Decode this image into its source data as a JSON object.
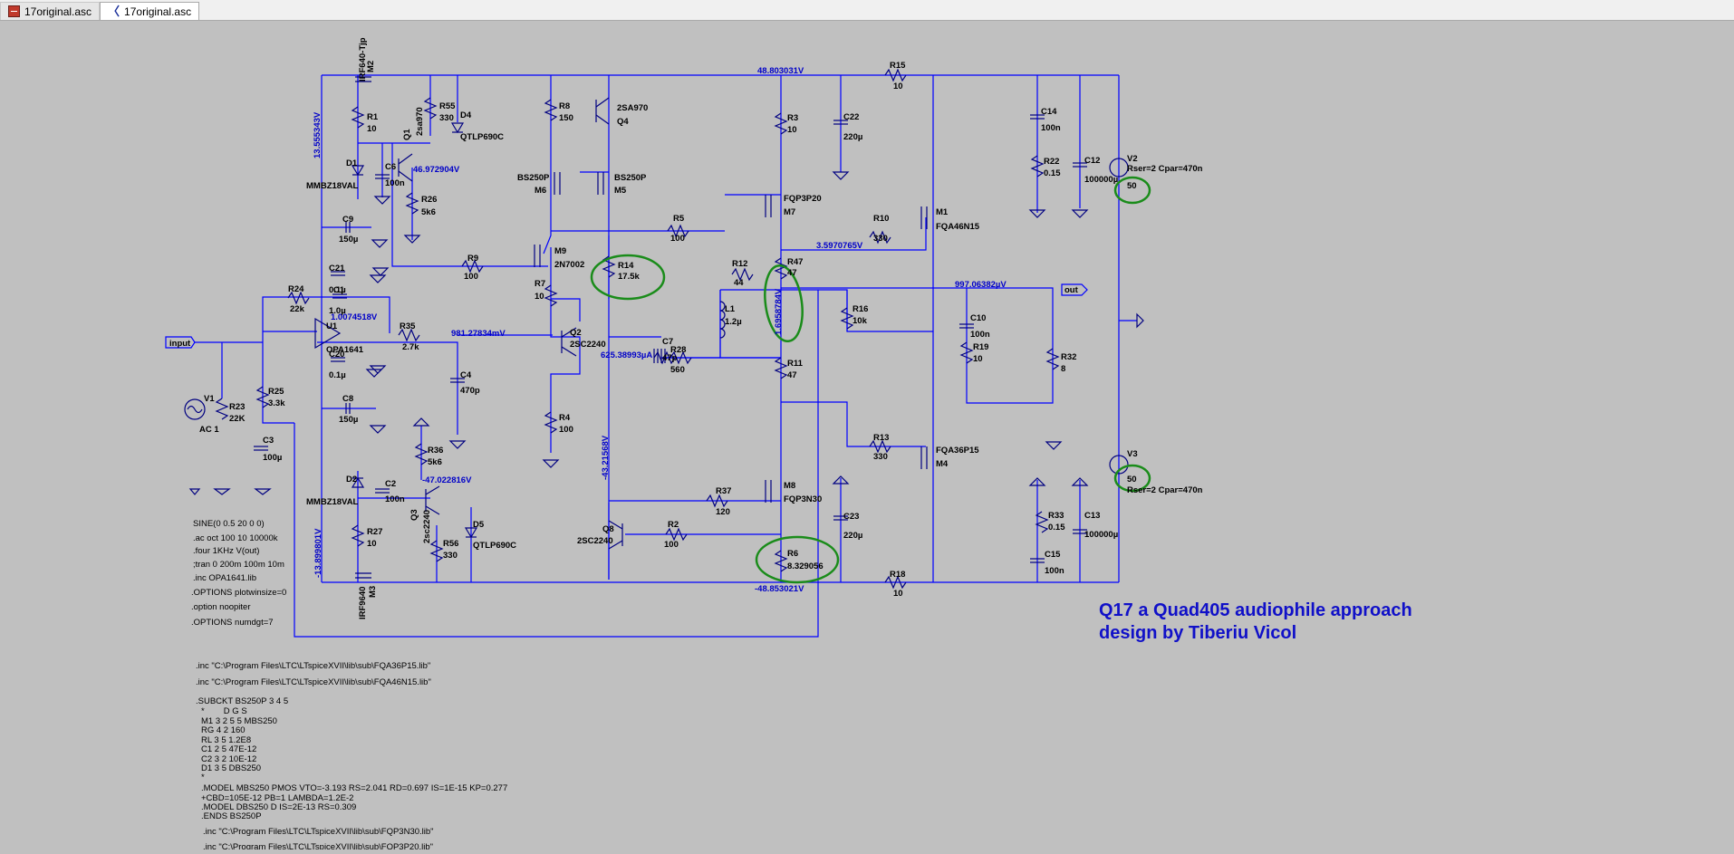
{
  "tabs": [
    {
      "label": "17original.asc",
      "icon": "schematic-icon"
    },
    {
      "label": "17original.asc",
      "icon": "waveform-icon"
    }
  ],
  "components": [
    {
      "id": "M2",
      "ref": "M2",
      "value": "IRF640-Tjp"
    },
    {
      "id": "R1",
      "ref": "R1",
      "value": "10"
    },
    {
      "id": "R55",
      "ref": "R55",
      "value": "330"
    },
    {
      "id": "Q1",
      "ref": "Q1",
      "value": "2sa970"
    },
    {
      "id": "D4",
      "ref": "D4",
      "value": "QTLP690C"
    },
    {
      "id": "D1",
      "ref": "D1",
      "value": "MMBZ18VAL"
    },
    {
      "id": "C6",
      "ref": "C6",
      "value": "100n"
    },
    {
      "id": "R26",
      "ref": "R26",
      "value": "5k6"
    },
    {
      "id": "C9",
      "ref": "C9",
      "value": "150µ"
    },
    {
      "id": "R8",
      "ref": "R8",
      "value": "150"
    },
    {
      "id": "Q4",
      "ref": "Q4",
      "value": "2SA970"
    },
    {
      "id": "M6",
      "ref": "M6",
      "value": "BS250P"
    },
    {
      "id": "M5",
      "ref": "M5",
      "value": "BS250P"
    },
    {
      "id": "R3",
      "ref": "R3",
      "value": "10"
    },
    {
      "id": "C22",
      "ref": "C22",
      "value": "220µ"
    },
    {
      "id": "R15",
      "ref": "R15",
      "value": "10"
    },
    {
      "id": "C14",
      "ref": "C14",
      "value": "100n"
    },
    {
      "id": "R22",
      "ref": "R22",
      "value": "0.15"
    },
    {
      "id": "C12",
      "ref": "C12",
      "value": "100000µ"
    },
    {
      "id": "V2",
      "ref": "V2",
      "value": "50",
      "extra": "Rser=2 Cpar=470n"
    },
    {
      "id": "M7",
      "ref": "M7",
      "value": "FQP3P20"
    },
    {
      "id": "R5",
      "ref": "R5",
      "value": "100"
    },
    {
      "id": "R10",
      "ref": "R10",
      "value": "330"
    },
    {
      "id": "M1",
      "ref": "M1",
      "value": "FQA46N15"
    },
    {
      "id": "M9",
      "ref": "M9",
      "value": "2N7002"
    },
    {
      "id": "R9",
      "ref": "R9",
      "value": "100"
    },
    {
      "id": "R14",
      "ref": "R14",
      "value": "17.5k"
    },
    {
      "id": "R47",
      "ref": "R47",
      "value": "47"
    },
    {
      "id": "R12",
      "ref": "R12",
      "value": "44"
    },
    {
      "id": "C21",
      "ref": "C21",
      "value": "0.1µ"
    },
    {
      "id": "C1",
      "ref": "C1",
      "value": "1.0µ"
    },
    {
      "id": "R24",
      "ref": "R24",
      "value": "22k"
    },
    {
      "id": "R7",
      "ref": "R7",
      "value": "10"
    },
    {
      "id": "L1",
      "ref": "L1",
      "value": "1.2µ"
    },
    {
      "id": "R16",
      "ref": "R16",
      "value": "10k"
    },
    {
      "id": "U1",
      "ref": "U1",
      "value": "OPA1641"
    },
    {
      "id": "R35",
      "ref": "R35",
      "value": "2.7k"
    },
    {
      "id": "Q2",
      "ref": "Q2",
      "value": "2SC2240"
    },
    {
      "id": "C10",
      "ref": "C10",
      "value": "100n"
    },
    {
      "id": "R19",
      "ref": "R19",
      "value": "10"
    },
    {
      "id": "R32",
      "ref": "R32",
      "value": "8"
    },
    {
      "id": "C20",
      "ref": "C20",
      "value": "0.1µ"
    },
    {
      "id": "C7",
      "ref": "C7",
      "value": "47p"
    },
    {
      "id": "R28",
      "ref": "R28",
      "value": "560"
    },
    {
      "id": "R11",
      "ref": "R11",
      "value": "47"
    },
    {
      "id": "C4",
      "ref": "C4",
      "value": "470p"
    },
    {
      "id": "V1",
      "ref": "V1",
      "value": "AC 1"
    },
    {
      "id": "R23",
      "ref": "R23",
      "value": "22K"
    },
    {
      "id": "R25",
      "ref": "R25",
      "value": "3.3k"
    },
    {
      "id": "C8",
      "ref": "C8",
      "value": "150µ"
    },
    {
      "id": "R4",
      "ref": "R4",
      "value": "100"
    },
    {
      "id": "C3",
      "ref": "C3",
      "value": "100µ"
    },
    {
      "id": "R13",
      "ref": "R13",
      "value": "330"
    },
    {
      "id": "M4",
      "ref": "M4",
      "value": "FQA36P15"
    },
    {
      "id": "R36",
      "ref": "R36",
      "value": "5k6"
    },
    {
      "id": "V3",
      "ref": "V3",
      "value": "50",
      "extra": "Rser=2 Cpar=470n"
    },
    {
      "id": "D2",
      "ref": "D2",
      "value": "MMBZ18VAL"
    },
    {
      "id": "C2",
      "ref": "C2",
      "value": "100n"
    },
    {
      "id": "M8",
      "ref": "M8",
      "value": "FQP3N30"
    },
    {
      "id": "R37",
      "ref": "R37",
      "value": "120"
    },
    {
      "id": "C23",
      "ref": "C23",
      "value": "220µ"
    },
    {
      "id": "Q3",
      "ref": "Q3",
      "value": "2sc2240"
    },
    {
      "id": "D5",
      "ref": "D5",
      "value": "QTLP690C"
    },
    {
      "id": "R33",
      "ref": "R33",
      "value": "0.15"
    },
    {
      "id": "C13",
      "ref": "C13",
      "value": "100000µ"
    },
    {
      "id": "R27",
      "ref": "R27",
      "value": "10"
    },
    {
      "id": "R56",
      "ref": "R56",
      "value": "330"
    },
    {
      "id": "Q8",
      "ref": "Q8",
      "value": "2SC2240"
    },
    {
      "id": "R2",
      "ref": "R2",
      "value": "100"
    },
    {
      "id": "R6",
      "ref": "R6",
      "value": "8.329056"
    },
    {
      "id": "C15",
      "ref": "C15",
      "value": "100n"
    },
    {
      "id": "R18",
      "ref": "R18",
      "value": "10"
    },
    {
      "id": "M3",
      "ref": "M3",
      "value": "IRF9640"
    }
  ],
  "node_voltages": [
    {
      "id": "v1",
      "text": "48.803031V"
    },
    {
      "id": "v2",
      "text": "13.555343V"
    },
    {
      "id": "v3",
      "text": "46.972904V"
    },
    {
      "id": "v4",
      "text": "3.5970765V"
    },
    {
      "id": "v5",
      "text": "997.06382µV"
    },
    {
      "id": "v6",
      "text": "1.0074518V"
    },
    {
      "id": "v7",
      "text": "981.27834mV"
    },
    {
      "id": "v8",
      "text": "625.38993µA"
    },
    {
      "id": "v9",
      "text": "1.6958784V"
    },
    {
      "id": "v10",
      "text": "-43.21568V"
    },
    {
      "id": "v11",
      "text": "-47.022816V"
    },
    {
      "id": "v12",
      "text": "-13.899801V"
    },
    {
      "id": "v13",
      "text": "-48.853021V"
    }
  ],
  "ports": {
    "input": "input",
    "output": "out"
  },
  "directives": [
    "SINE(0 0.5 20 0 0)",
    ".ac oct 100 10 10000k",
    ".four 1KHz V(out)",
    ";tran 0 200m 100m 10m",
    ".inc OPA1641.lib",
    ".OPTIONS plotwinsize=0",
    ".option noopiter",
    ".OPTIONS numdgt=7"
  ],
  "includes": [
    ".inc \"C:\\Program Files\\LTC\\LTspiceXVII\\lib\\sub\\FQA36P15.lib\"",
    ".inc \"C:\\Program Files\\LTC\\LTspiceXVII\\lib\\sub\\FQA46N15.lib\""
  ],
  "subckt": [
    ".SUBCKT BS250P 3 4 5",
    "*        D G S",
    "M1 3 2 5 5 MBS250",
    "RG 4 2 160",
    "RL 3 5 1.2E8",
    "C1 2 5 47E-12",
    "C2 3 2 10E-12",
    "D1 3 5 DBS250",
    "*",
    ".MODEL MBS250 PMOS VTO=-3.193 RS=2.041 RD=0.697 IS=1E-15 KP=0.277",
    "+CBD=105E-12 PB=1 LAMBDA=1.2E-2",
    ".MODEL DBS250 D IS=2E-13 RS=0.309",
    ".ENDS BS250P"
  ],
  "includes2": [
    ".inc \"C:\\Program Files\\LTC\\LTspiceXVII\\lib\\sub\\FQP3N30.lib\"",
    ".inc \"C:\\Program Files\\LTC\\LTspiceXVII\\lib\\sub\\FQP3P20.lib\""
  ],
  "title_lines": [
    "Q17 a Quad405 audiophile approach",
    "design by Tiberiu Vicol"
  ],
  "colors": {
    "wire": "#0000ff",
    "canvas": "#c0c0c0",
    "annotation": "#1a8c1a",
    "title": "#1010c8"
  }
}
